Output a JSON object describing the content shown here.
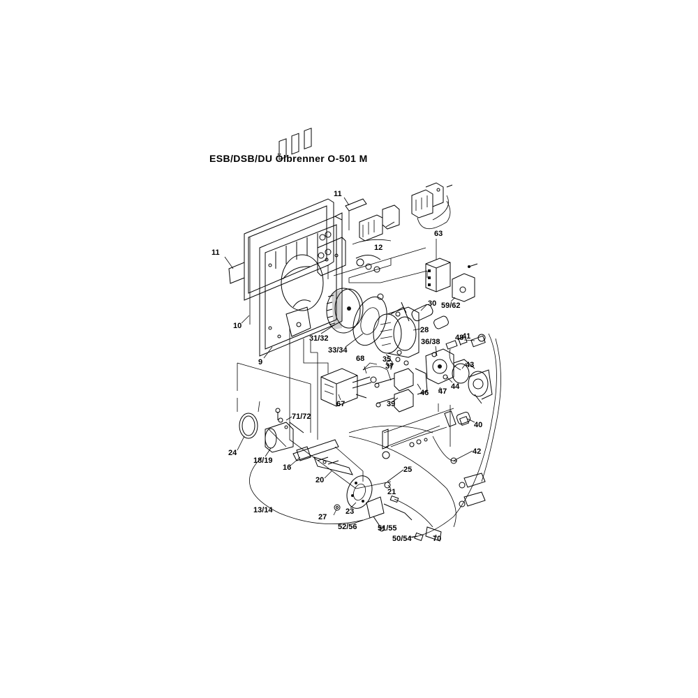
{
  "title": "ESB/DSB/DU Ölbrenner O-501 M",
  "parts": [
    {
      "id": "p11a",
      "label": "11"
    },
    {
      "id": "p11b",
      "label": "11"
    },
    {
      "id": "p12",
      "label": "12"
    },
    {
      "id": "p63",
      "label": "63"
    },
    {
      "id": "p10",
      "label": "10"
    },
    {
      "id": "p9",
      "label": "9"
    },
    {
      "id": "p30",
      "label": "30"
    },
    {
      "id": "p59",
      "label": "59/62"
    },
    {
      "id": "p28",
      "label": "28"
    },
    {
      "id": "p31",
      "label": "31/32"
    },
    {
      "id": "p33",
      "label": "33/34"
    },
    {
      "id": "p36",
      "label": "36/38"
    },
    {
      "id": "p48",
      "label": "48"
    },
    {
      "id": "p41",
      "label": "41"
    },
    {
      "id": "p68",
      "label": "68"
    },
    {
      "id": "p35",
      "label": "35"
    },
    {
      "id": "p37",
      "label": "37"
    },
    {
      "id": "p43",
      "label": "43"
    },
    {
      "id": "p44",
      "label": "44"
    },
    {
      "id": "p46",
      "label": "46"
    },
    {
      "id": "p47",
      "label": "47"
    },
    {
      "id": "p67",
      "label": "67"
    },
    {
      "id": "p39",
      "label": "39"
    },
    {
      "id": "p71",
      "label": "71/72"
    },
    {
      "id": "p40",
      "label": "40"
    },
    {
      "id": "p24",
      "label": "24"
    },
    {
      "id": "p18",
      "label": "18/19"
    },
    {
      "id": "p42",
      "label": "42"
    },
    {
      "id": "p16",
      "label": "16"
    },
    {
      "id": "p25",
      "label": "25"
    },
    {
      "id": "p20",
      "label": "20"
    },
    {
      "id": "p21",
      "label": "21"
    },
    {
      "id": "p13",
      "label": "13/14"
    },
    {
      "id": "p23",
      "label": "23"
    },
    {
      "id": "p27",
      "label": "27"
    },
    {
      "id": "p52",
      "label": "52/56"
    },
    {
      "id": "p51",
      "label": "51/55"
    },
    {
      "id": "p70",
      "label": "70"
    },
    {
      "id": "p50",
      "label": "50/54"
    }
  ]
}
